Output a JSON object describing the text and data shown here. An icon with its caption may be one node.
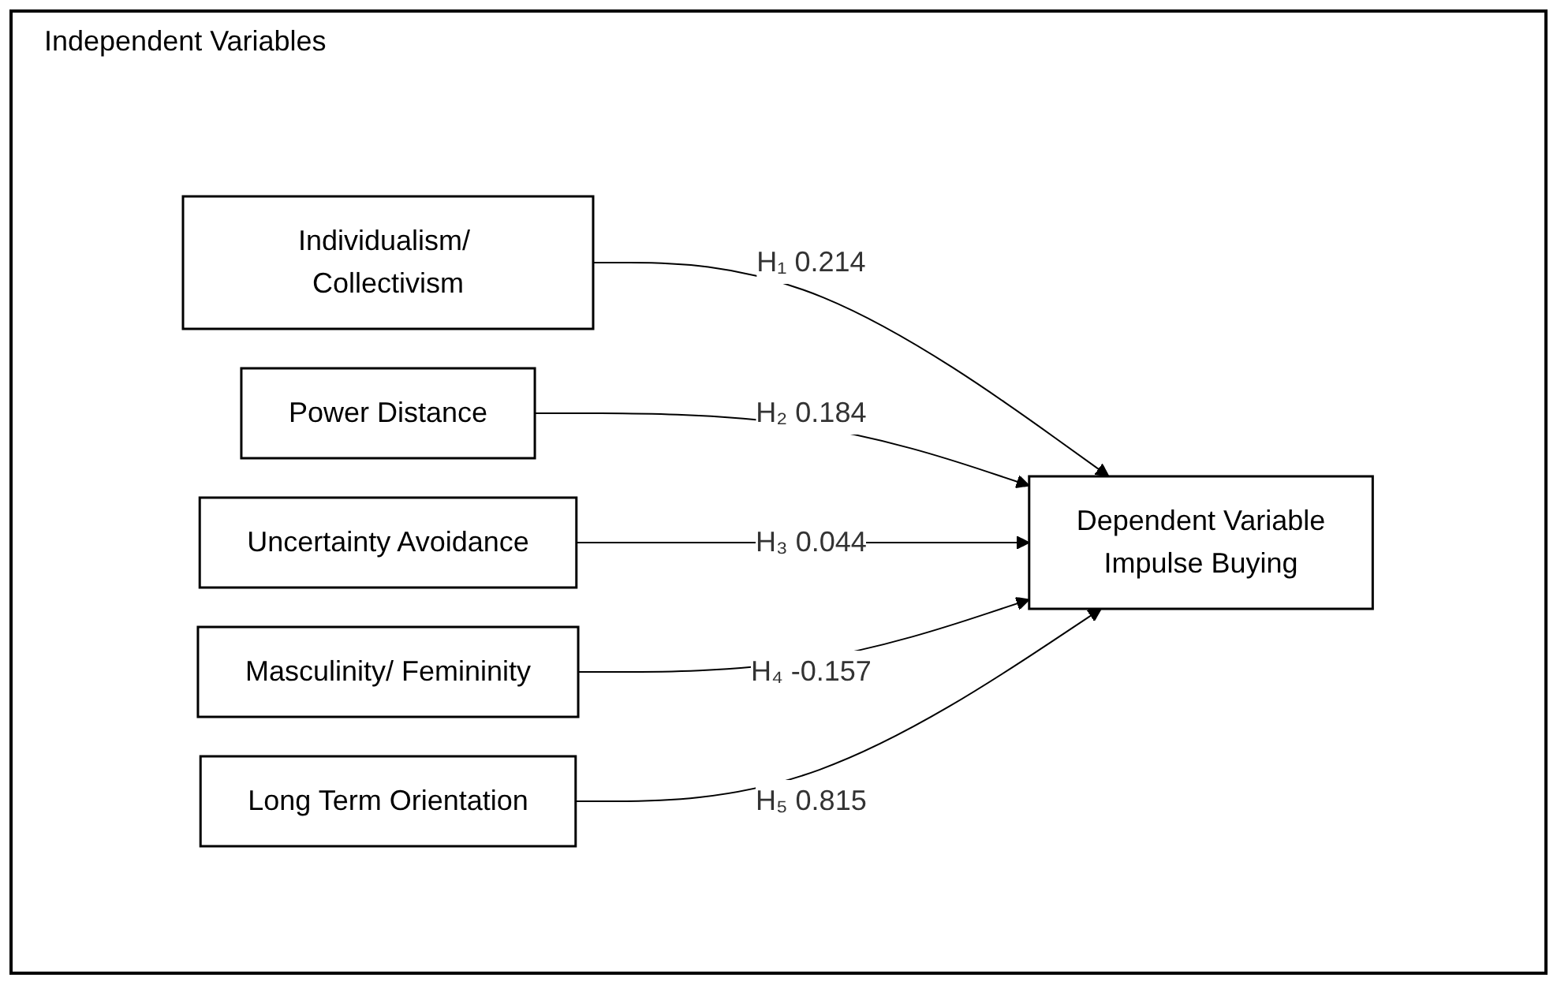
{
  "diagram": {
    "nodes": [
      {
        "text": [
          "Individualism/ Collectivism"
        ]
      },
      {
        "text": [
          "Power Distance"
        ]
      },
      {
        "text": [
          "Uncertainty Avoidance"
        ]
      },
      {
        "text": [
          "Masculinity/ Femininity"
        ]
      },
      {
        "text": [
          "Long Term Orientation"
        ]
      },
      {
        "text": [
          "Dependent Variable",
          "Impulse Buying"
        ]
      }
    ],
    "edges": [
      {
        "from": 0,
        "to": 5,
        "arrow": "to",
        "label": "H₁ 0.214"
      },
      {
        "from": 1,
        "to": 5,
        "arrow": "to",
        "label": "H₂ 0.184"
      },
      {
        "from": 2,
        "to": 5,
        "arrow": "to",
        "label": "H₃ 0.044"
      },
      {
        "from": 3,
        "to": 5,
        "arrow": "to",
        "label": "H₄ -0.157"
      },
      {
        "from": 4,
        "to": 5,
        "arrow": "to",
        "label": "H₅ 0.815"
      }
    ],
    "labels": [
      "Independent Variables"
    ]
  }
}
